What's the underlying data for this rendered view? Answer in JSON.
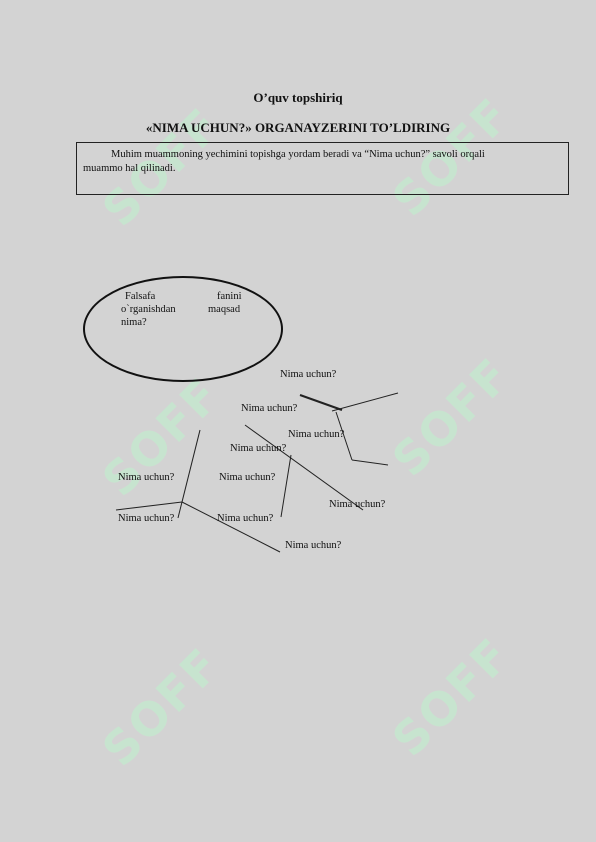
{
  "heading": "O’quv topshiriq",
  "subheading": "«NIMA UCHUN?» ORGANAYZERINI TO’LDIRING",
  "intro": {
    "line1": "Muhim muammoning yechimini topishga yordam beradi va “Nima uchun?” savoli orqali",
    "line2": "muammo hal qilinadi."
  },
  "central_question": {
    "w1": "Falsafa",
    "w2": "fanini",
    "w3": "o`rganishdan",
    "w4": "maqsad",
    "w5": "nima?"
  },
  "branch_labels": [
    "Nima uchun?",
    "Nima uchun?",
    "Nima uchun?",
    "Nima uchun?",
    "Nima uchun?",
    "Nima uchun?",
    "Nima uchun?",
    "Nima uchun?",
    "Nima uchun?",
    "Nima uchun?"
  ],
  "watermark": "SOFF"
}
